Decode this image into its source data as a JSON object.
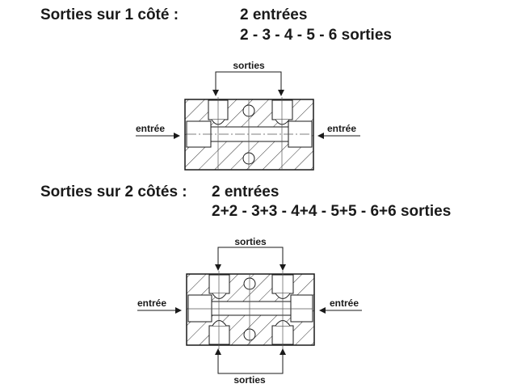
{
  "section1": {
    "title": "Sorties sur 1 côté :",
    "line1": "2 entrées",
    "line2": "2 - 3 - 4 - 5 - 6 sorties",
    "outlet_label": "sorties",
    "inlet_left": "entrée",
    "inlet_right": "entrée"
  },
  "section2": {
    "title": "Sorties sur 2 côtés :",
    "line1": "2 entrées",
    "line2": "2+2 - 3+3 - 4+4 - 5+5 - 6+6 sorties",
    "outlet_label_top": "sorties",
    "outlet_label_bottom": "sorties",
    "inlet_left": "entrée",
    "inlet_right": "entrée"
  }
}
